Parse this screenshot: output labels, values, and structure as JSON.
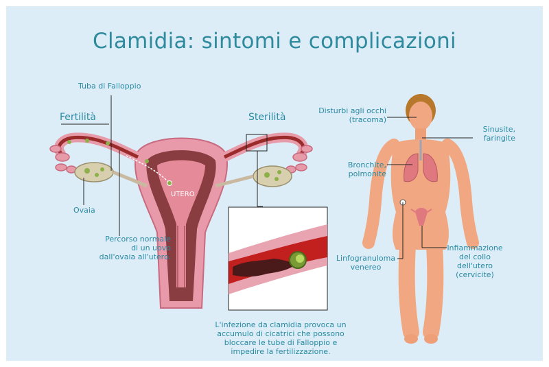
{
  "title": "Clamidia: sintomi e complicazioni",
  "left_panel": {
    "fertilita": "Fertilità",
    "sterilita": "Sterilità",
    "tuba": "Tuba di Falloppio",
    "ovaia": "Ovaia",
    "utero": "UTERO",
    "percorso": [
      "Percorso normale",
      "di un uovo",
      "dall'ovaia all'utero."
    ],
    "caption": [
      "L'infezione da clamidia provoca un",
      "accumulo di cicatrici che possono",
      "bloccare le tube di Falloppio e",
      "impedire la fertilizzazione."
    ]
  },
  "right_panel": {
    "occhi": [
      "Disturbi agli occhi",
      "(tracoma)"
    ],
    "sinusite": [
      "Sinusite,",
      "faringite"
    ],
    "bronchite": [
      "Bronchite,",
      "polmonite"
    ],
    "linfo": [
      "Linfogranuloma",
      "venereo"
    ],
    "infiammazione": [
      "Infiammazione",
      "del collo",
      "dell'utero",
      "(cervicite)"
    ]
  },
  "colors": {
    "background": "#dcedf7",
    "text": "#2a8aa3",
    "title": "#2f8a9e",
    "uterus": "#e79aa8",
    "skin": "#f1a882"
  }
}
